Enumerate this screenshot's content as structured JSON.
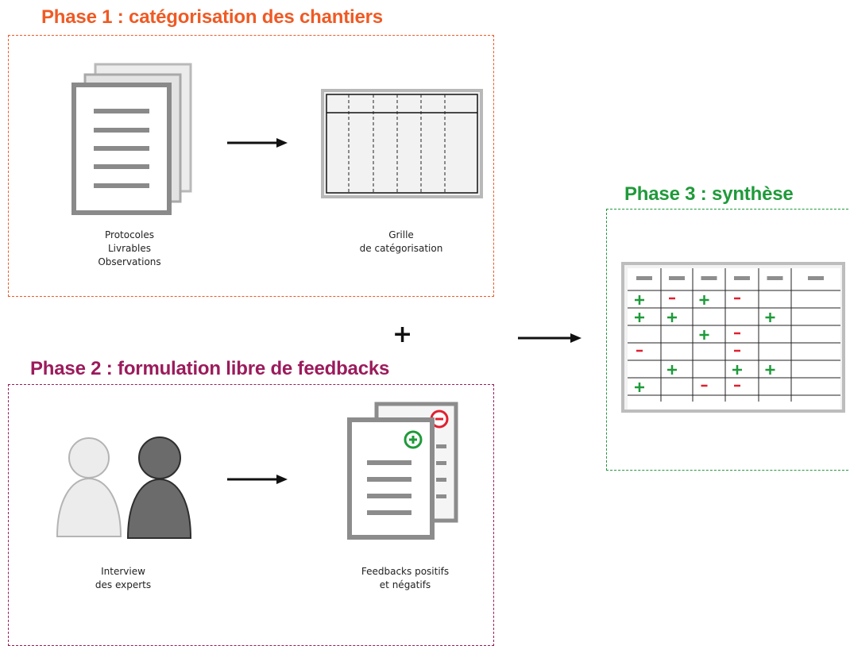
{
  "phase1": {
    "title": "Phase 1 : catégorisation des chantiers",
    "color": "#ef5a24",
    "documents_caption": [
      "Protocoles",
      "Livrables",
      "Observations"
    ],
    "grid_caption": [
      "Grille",
      "de catégorisation"
    ]
  },
  "phase2": {
    "title": "Phase 2 : formulation libre de feedbacks",
    "color": "#9b1b5c",
    "experts_caption": [
      "Interview",
      "des experts"
    ],
    "feedback_caption": [
      "Feedbacks positifs",
      "et négatifs"
    ]
  },
  "phase3": {
    "title": "Phase 3 : synthèse",
    "color": "#1f9a3a"
  },
  "plus_sign": "+",
  "synthesis_table": {
    "rows": [
      [
        "+",
        "-",
        "+",
        "-",
        "",
        ""
      ],
      [
        "+",
        "+",
        "",
        "",
        "+",
        ""
      ],
      [
        "",
        "",
        "+",
        "-",
        "",
        ""
      ],
      [
        "-",
        "",
        "",
        "-",
        "",
        ""
      ],
      [
        "",
        "+",
        "",
        "+",
        "+",
        ""
      ],
      [
        "+",
        "",
        "-",
        "-",
        "",
        ""
      ]
    ],
    "plus_color": "#1f9a3a",
    "minus_color": "#e0202f"
  },
  "icons": {
    "documents": "document-stack-icon",
    "grid": "grid-table-icon",
    "experts": "people-icon",
    "feedback": "feedback-documents-icon"
  }
}
